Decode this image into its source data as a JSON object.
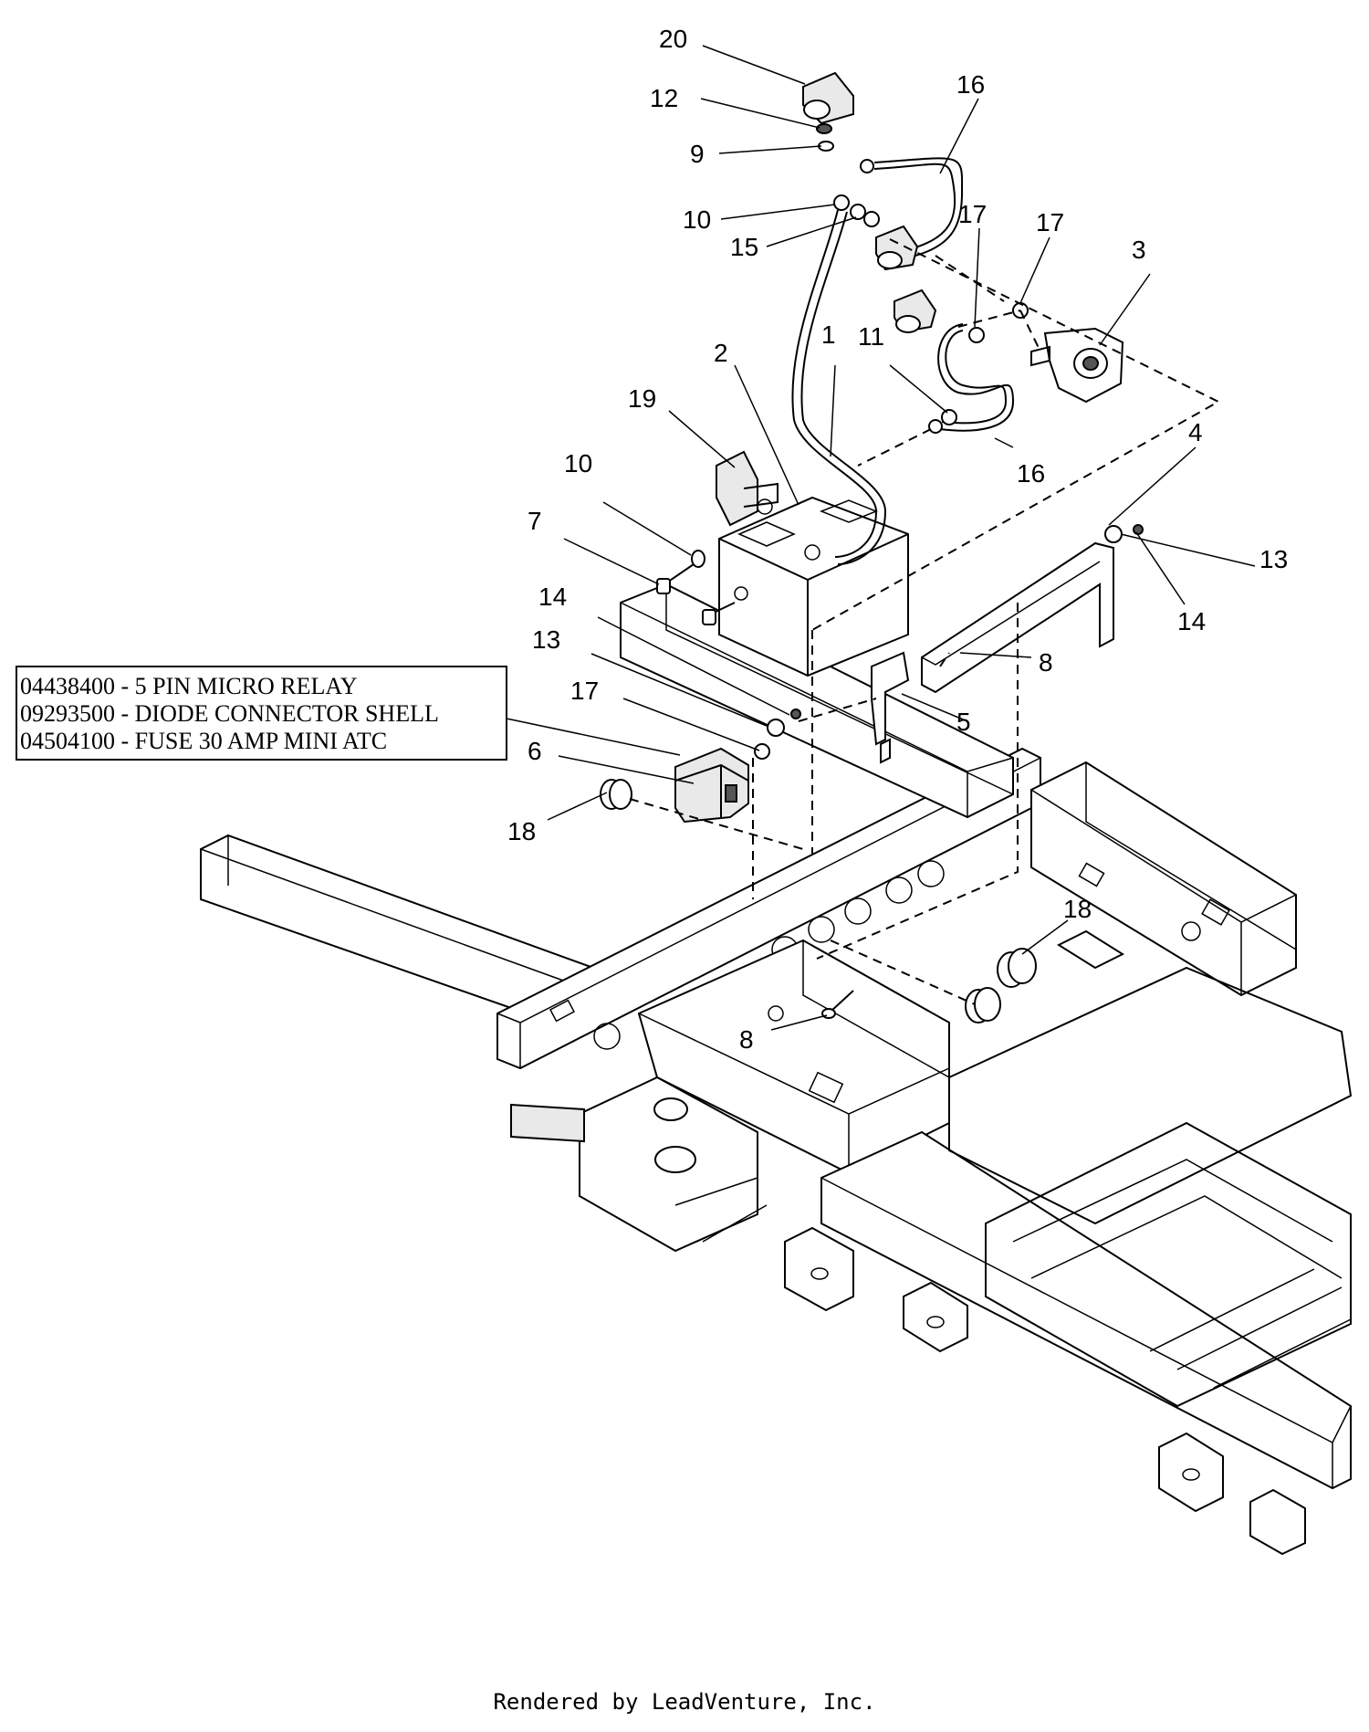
{
  "callouts": {
    "c20": "20",
    "c12": "12",
    "c9": "9",
    "c16a": "16",
    "c10a": "10",
    "c15": "15",
    "c17a": "17",
    "c17b": "17",
    "c3": "3",
    "c2": "2",
    "c1": "1",
    "c11": "11",
    "c19": "19",
    "c16b": "16",
    "c4": "4",
    "c10b": "10",
    "c7": "7",
    "c13a": "13",
    "c14a": "14",
    "c14b": "14",
    "c13b": "13",
    "c8a": "8",
    "c17c": "17",
    "c5": "5",
    "c6": "6",
    "c18a": "18",
    "c18b": "18",
    "c8b": "8"
  },
  "notes": [
    "04438400 - 5 PIN MICRO RELAY",
    "09293500 - DIODE CONNECTOR SHELL",
    "04504100 - FUSE 30 AMP MINI ATC"
  ],
  "footer": "Rendered by LeadVenture, Inc."
}
